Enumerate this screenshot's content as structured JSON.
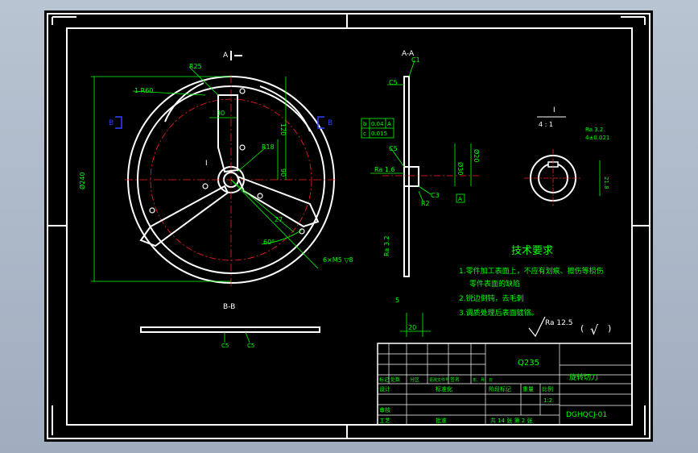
{
  "drawing": {
    "section_aa_label": "A",
    "section_aa_title": "A-A",
    "section_bb_title": "B-B",
    "section_b_marker": "B",
    "detail_title": "I",
    "detail_scale": "4 : 1",
    "detail_label": "I"
  },
  "dimensions": {
    "d1": "R25",
    "d2": "1 R60",
    "d3": "30",
    "d4": "120",
    "d5": "R18",
    "d6": "90",
    "d7": "Ø240",
    "d8": "27",
    "d9": "60°",
    "d10": "6×M5 ▽8",
    "d11": "C1",
    "d12": "C5",
    "d13": "C5",
    "d14": "C3",
    "d15": "R2",
    "d16": "Ra 3.2",
    "d17": "Ra 1.6",
    "d18": "Ø30",
    "d19": "Ø20",
    "d20": "5",
    "d21": "20",
    "d22": "Ra 3.2",
    "d23": "4±0.021",
    "d24": "21.8",
    "d25": "C5",
    "d26": "C5"
  },
  "tolerances": {
    "row1_symbol": "b",
    "row1_value": "0.04",
    "row1_datum": "A",
    "row2_symbol": "c",
    "row2_value": "0.015",
    "datum_label": "A"
  },
  "notes": {
    "title": "技术要求",
    "line1a": "1.零件加工表面上，不应有划痕、擦伤等损伤",
    "line1b": "零件表面的缺陷",
    "line2": "2.锐边倒钝，去毛刺",
    "line3": "3.调质处理后表面镀铬。"
  },
  "surface_finish": {
    "symbol": "Ra 12.5",
    "suffix_open": "(",
    "suffix_check": "√",
    "suffix_close": ")"
  },
  "title_block": {
    "material": "Q235",
    "part_name": "旋转切刀",
    "drawing_number": "DGHQCJ-01",
    "scale_label": "比例",
    "scale_value": "1:2",
    "weight_label": "重量",
    "stage_label": "阶段标记",
    "sheets": "共 14 张  第 2 张",
    "rev_headers": [
      "标记",
      "处数",
      "分区",
      "更改文件号",
      "签名",
      "年、月、日"
    ],
    "roles": [
      "设计",
      "审核",
      "工艺"
    ],
    "role_extra": [
      "标准化",
      "批准"
    ]
  },
  "colors": {
    "background": "#000000",
    "frame": "#ffffff",
    "dimension": "#00ff00",
    "center_line": "#ff2020",
    "section_marker": "#3040ff"
  }
}
